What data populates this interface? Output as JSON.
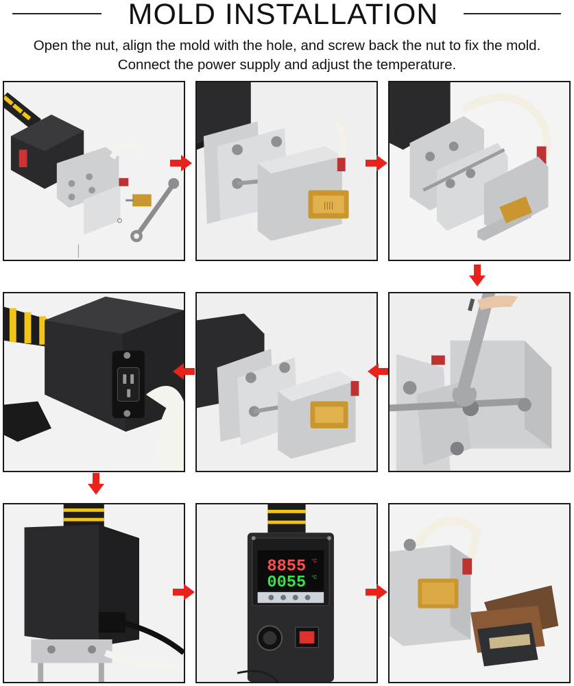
{
  "header": {
    "title": "MOLD INSTALLATION",
    "instructions": "Open the nut, align the mold with the hole, and screw back the nut to fix the mold. Connect the power supply and adjust the temperature."
  },
  "controller": {
    "set_display": "8855",
    "actual_display": "0055",
    "unit_set": "°C",
    "unit_actual": "°C"
  },
  "colors": {
    "arrow": "#e8231c",
    "panel_border": "#1a1a1a",
    "brass": "#c9962f",
    "aluminum": "#d9dadc",
    "handle_yellow": "#f0c419",
    "device_black": "#2a2a2c"
  },
  "icons": {
    "arrow": "red-arrow-icon"
  }
}
